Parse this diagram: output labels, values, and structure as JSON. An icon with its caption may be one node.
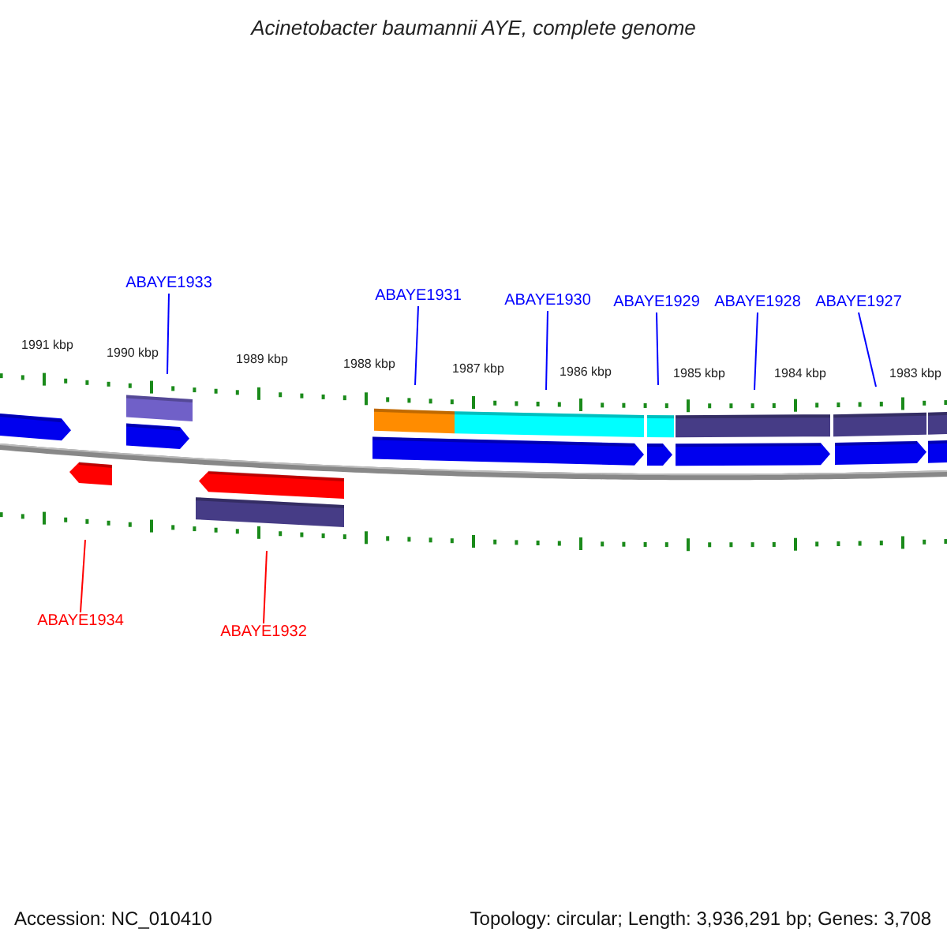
{
  "diagram": {
    "title": "Acinetobacter baumannii AYE, complete genome",
    "nodes": [
      {
        "text": [
          "ABAYE1933"
        ]
      },
      {
        "text": [
          "ABAYE1931"
        ]
      },
      {
        "text": [
          "ABAYE1930"
        ]
      },
      {
        "text": [
          "ABAYE1929"
        ]
      },
      {
        "text": [
          "ABAYE1928"
        ]
      },
      {
        "text": [
          "ABAYE1927"
        ]
      },
      {
        "text": [
          "ABAYE1934"
        ]
      },
      {
        "text": [
          "ABAYE1932"
        ]
      }
    ],
    "edges": [
      {
        "from": 0,
        "to": null,
        "arrow": "none"
      },
      {
        "from": 1,
        "to": null,
        "arrow": "none"
      },
      {
        "from": 2,
        "to": null,
        "arrow": "none"
      },
      {
        "from": 3,
        "to": null,
        "arrow": "none"
      },
      {
        "from": 4,
        "to": null,
        "arrow": "none"
      },
      {
        "from": 5,
        "to": null,
        "arrow": "none"
      },
      {
        "from": 6,
        "to": null,
        "arrow": "none",
        "color": "#ff0000"
      },
      {
        "from": 7,
        "to": null,
        "arrow": "none",
        "color": "#ff0000"
      }
    ],
    "labels": [
      "1991 kbp",
      "1990 kbp",
      "1989 kbp",
      "1988 kbp",
      "1987 kbp",
      "1986 kbp",
      "1985 kbp",
      "1984 kbp",
      "1983 kbp",
      "Accession: NC_010410",
      "Topology: circular; Length: 3,936,291 bp; Genes: 3,708"
    ]
  }
}
